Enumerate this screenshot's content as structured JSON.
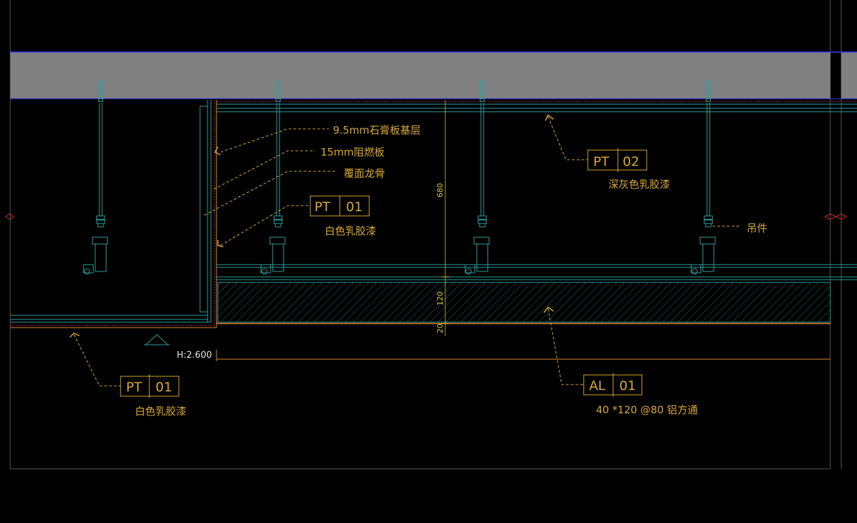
{
  "labels": {
    "gypsum_base": "9.5mm石膏板基层",
    "fire_board": "15mm阻燃板",
    "cover_keel": "覆面龙骨",
    "hanger": "吊件",
    "white_latex_1": "白色乳胶漆",
    "dark_grey_latex": "深灰色乳胶漆",
    "white_latex_2": "白色乳胶漆",
    "aluminum_tube": "40 *120 @80 铝方通"
  },
  "tags": {
    "pt01_a": {
      "code": "PT",
      "num": "01"
    },
    "pt02": {
      "code": "PT",
      "num": "02"
    },
    "pt01_b": {
      "code": "PT",
      "num": "01"
    },
    "al01": {
      "code": "AL",
      "num": "01"
    }
  },
  "dimensions": {
    "d680": "680",
    "d120": "120",
    "d20": "20"
  },
  "level": "H:2.600",
  "colors": {
    "slab": "#808080",
    "cyan": "#2fa0a0",
    "annotation": "#d9a830",
    "orange": "#e08a30",
    "red": "#d02a2a",
    "blue": "#3a3aff",
    "frame": "#5a5a5a"
  }
}
